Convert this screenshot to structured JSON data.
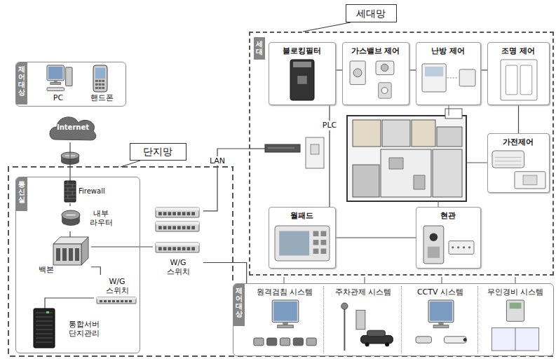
{
  "diagram": {
    "nodes": [
      {
        "text": [
          "제어대상",
          "PC",
          "핸드폰"
        ]
      },
      {
        "text": [
          "Internet"
        ]
      },
      {
        "text": [
          "단지망"
        ]
      },
      {
        "text": [
          "통신실"
        ]
      },
      {
        "text": [
          "Firewall"
        ],
        "in": 3
      },
      {
        "text": [
          "내부 라우터"
        ],
        "in": 3
      },
      {
        "text": [
          "백본"
        ],
        "in": 3
      },
      {
        "text": [
          "W/G 스위치"
        ],
        "in": 3
      },
      {
        "text": [
          "통합서버 단지관리"
        ],
        "in": 3
      },
      {
        "text": [
          "W/G 스위치"
        ]
      },
      {
        "text": [
          "세대망"
        ]
      },
      {
        "text": [
          "세대"
        ]
      },
      {
        "text": [
          "블로킹필터"
        ],
        "in": 11
      },
      {
        "text": [
          "가스밸브 제어"
        ],
        "in": 11
      },
      {
        "text": [
          "난방 제어"
        ],
        "in": 11
      },
      {
        "text": [
          "조명 제어"
        ],
        "in": 11
      },
      {
        "text": [
          "가전제어"
        ],
        "in": 11
      },
      {
        "text": [
          "월패드"
        ],
        "in": 11
      },
      {
        "text": [
          "현관"
        ],
        "in": 11
      },
      {
        "text": [
          "제어대상"
        ]
      },
      {
        "text": [
          "원격검침 시스템"
        ],
        "in": 19
      },
      {
        "text": [
          "주차관제 시스템"
        ],
        "in": 19
      },
      {
        "text": [
          "CCTV 시스템"
        ],
        "in": 19
      },
      {
        "text": [
          "무인경비 시스템"
        ],
        "in": 19
      }
    ],
    "edges": [
      {
        "from": 1,
        "to": 4,
        "arrow": "none"
      },
      {
        "from": 4,
        "to": 5,
        "arrow": "none"
      },
      {
        "from": 5,
        "to": 6,
        "arrow": "none"
      },
      {
        "from": 6,
        "to": 7,
        "arrow": "none"
      },
      {
        "from": 7,
        "to": 8,
        "arrow": "none"
      },
      {
        "from": 6,
        "to": 9,
        "arrow": "none"
      },
      {
        "from": 9,
        "to": 11,
        "label": "LAN",
        "arrow": "none"
      },
      {
        "from": 9,
        "to": 19,
        "arrow": "none"
      },
      {
        "from": 12,
        "to": 13,
        "arrow": "none"
      },
      {
        "from": 13,
        "to": 14,
        "arrow": "none"
      },
      {
        "from": 14,
        "to": 15,
        "arrow": "none"
      },
      {
        "from": 15,
        "to": 16,
        "arrow": "none"
      },
      {
        "from": 12,
        "to": 17,
        "label": "PLC",
        "arrow": "none"
      },
      {
        "from": 17,
        "to": 18,
        "arrow": "none"
      }
    ]
  }
}
